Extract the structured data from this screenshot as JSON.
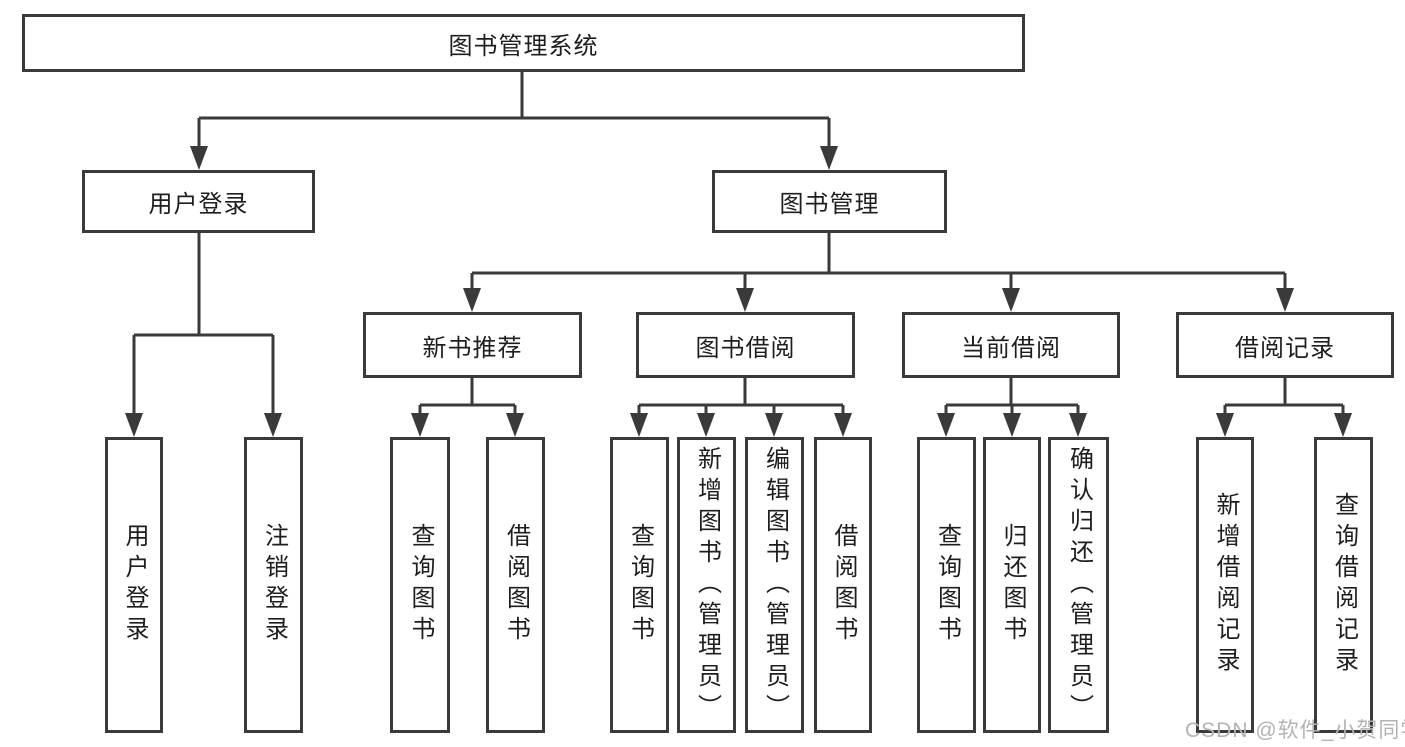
{
  "diagram_type": "hierarchy-tree",
  "colors": {
    "line": "#3a3a3a",
    "box_border": "#3a3a3a",
    "box_fill": "#ffffff",
    "text": "#1e1e1e",
    "watermark": "#b3b3b3",
    "background": "#ffffff"
  },
  "watermark": {
    "text": "CSDN @软件_小贺同学"
  },
  "tree": {
    "label": "图书管理系统",
    "children": [
      {
        "label": "用户登录",
        "children": [
          {
            "label": "用户登录"
          },
          {
            "label": "注销登录"
          }
        ]
      },
      {
        "label": "图书管理",
        "children": [
          {
            "label": "新书推荐",
            "children": [
              {
                "label": "查询图书"
              },
              {
                "label": "借阅图书"
              }
            ]
          },
          {
            "label": "图书借阅",
            "children": [
              {
                "label": "查询图书"
              },
              {
                "label": "新增图书（管理员）"
              },
              {
                "label": "编辑图书（管理员）"
              },
              {
                "label": "借阅图书"
              }
            ]
          },
          {
            "label": "当前借阅",
            "children": [
              {
                "label": "查询图书"
              },
              {
                "label": "归还图书"
              },
              {
                "label": "确认归还（管理员）"
              }
            ]
          },
          {
            "label": "借阅记录",
            "children": [
              {
                "label": "新增借阅记录"
              },
              {
                "label": "查询借阅记录"
              }
            ]
          }
        ]
      }
    ]
  }
}
